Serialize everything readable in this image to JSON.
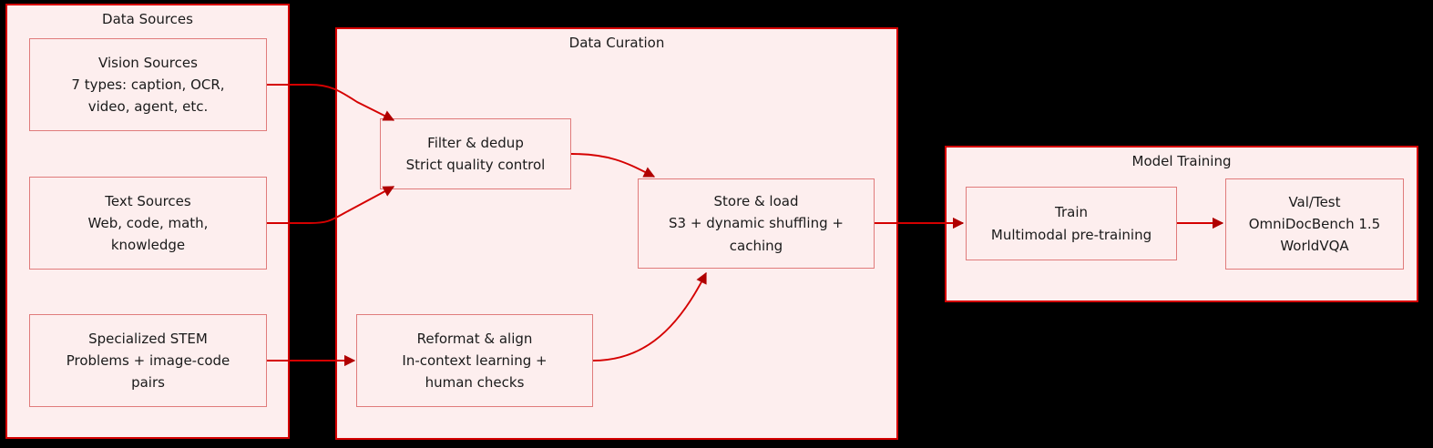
{
  "diagram": {
    "title": "Data pipeline flowchart",
    "background_color": "#000000",
    "cluster_fill": "#fdeeee",
    "cluster_border": "#d50000",
    "node_border": "#e07b7b",
    "edge_color": "#d50000",
    "text_color": "#1a1a1a"
  },
  "clusters": [
    {
      "id": "data-sources",
      "label": "Data Sources"
    },
    {
      "id": "data-curation",
      "label": "Data Curation"
    },
    {
      "id": "model-training",
      "label": "Model Training"
    }
  ],
  "nodes": [
    {
      "id": "vision-sources",
      "title": "Vision Sources",
      "detail": "7 types: caption, OCR,\nvideo, agent, etc.",
      "text": "Vision Sources\n7 types: caption, OCR,\nvideo, agent, etc."
    },
    {
      "id": "text-sources",
      "title": "Text Sources",
      "detail": "Web, code, math,\nknowledge",
      "text": "Text Sources\nWeb, code, math,\nknowledge"
    },
    {
      "id": "specialized-stem",
      "title": "Specialized STEM",
      "detail": "Problems + image-code\npairs",
      "text": "Specialized STEM\nProblems + image-code\npairs"
    },
    {
      "id": "filter-dedup",
      "title": "Filter & dedup",
      "detail": "Strict quality control",
      "text": "Filter & dedup\nStrict quality control"
    },
    {
      "id": "reformat-align",
      "title": "Reformat & align",
      "detail": "In-context learning +\nhuman checks",
      "text": "Reformat & align\nIn-context learning +\nhuman checks"
    },
    {
      "id": "store-load",
      "title": "Store & load",
      "detail": "S3 + dynamic shuffling +\ncaching",
      "text": "Store & load\nS3 + dynamic shuffling +\ncaching"
    },
    {
      "id": "train",
      "title": "Train",
      "detail": "Multimodal pre-training",
      "text": "Train\nMultimodal pre-training"
    },
    {
      "id": "val-test",
      "title": "Val/Test",
      "detail": "OmniDocBench 1.5\nWorldVQA",
      "text": "Val/Test\nOmniDocBench 1.5\nWorldVQA"
    }
  ],
  "edges": [
    {
      "id": "vision-to-filter",
      "from": "vision-sources",
      "to": "filter-dedup",
      "label": ""
    },
    {
      "id": "text-to-filter",
      "from": "text-sources",
      "to": "filter-dedup",
      "label": ""
    },
    {
      "id": "stem-to-reformat",
      "from": "specialized-stem",
      "to": "reformat-align",
      "label": ""
    },
    {
      "id": "filter-to-store",
      "from": "filter-dedup",
      "to": "store-load",
      "label": ""
    },
    {
      "id": "reformat-to-store",
      "from": "reformat-align",
      "to": "store-load",
      "label": ""
    },
    {
      "id": "store-to-train",
      "from": "store-load",
      "to": "train",
      "label": ""
    },
    {
      "id": "train-to-valtest",
      "from": "train",
      "to": "val-test",
      "label": ""
    }
  ]
}
